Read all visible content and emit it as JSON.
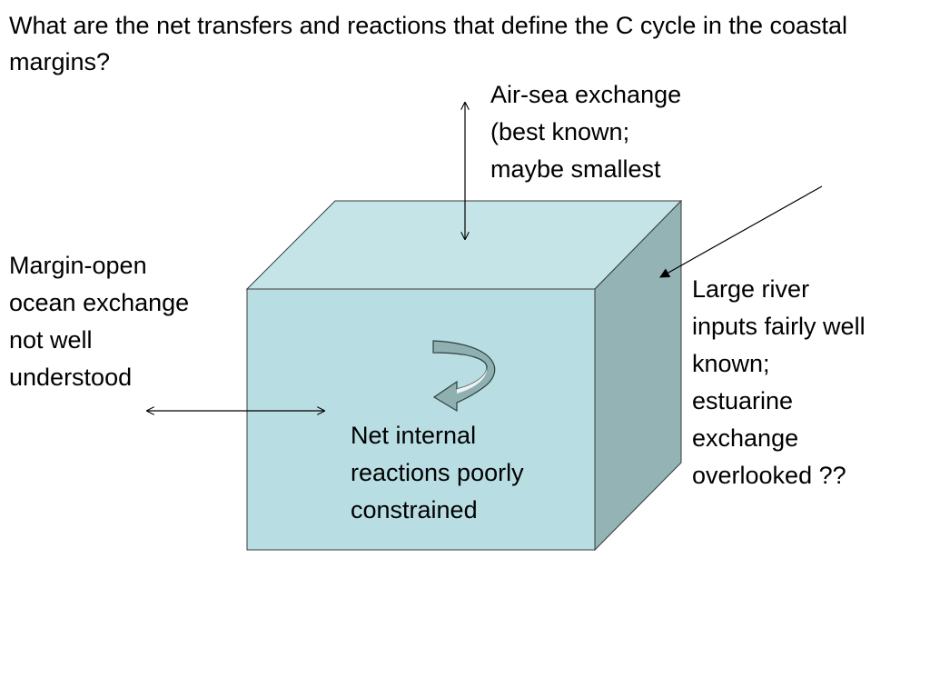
{
  "slide": {
    "title": "What are the net transfers and reactions that define the C cycle in the coastal margins?"
  },
  "labels": {
    "air_sea": "Air-sea exchange\n(best known;\nmaybe smallest",
    "margin_ocean": "Margin-open\nocean exchange\nnot well\nunderstood",
    "river": "Large river\ninputs fairly well\nknown;\nestuarine\nexchange\noverlooked ??",
    "internal": "Net internal\nreactions poorly\nconstrained"
  },
  "colors": {
    "box_top": "#c5e4e7",
    "box_front": "#b8dde2",
    "box_side": "#93b3b4",
    "outline": "#3a3a3a",
    "arrow": "#000000",
    "curved_arrow_fill": "#8fb0b1",
    "curved_arrow_light": "#ffffff"
  },
  "icons": {
    "cycle": "curved-cycle-arrow-icon"
  }
}
